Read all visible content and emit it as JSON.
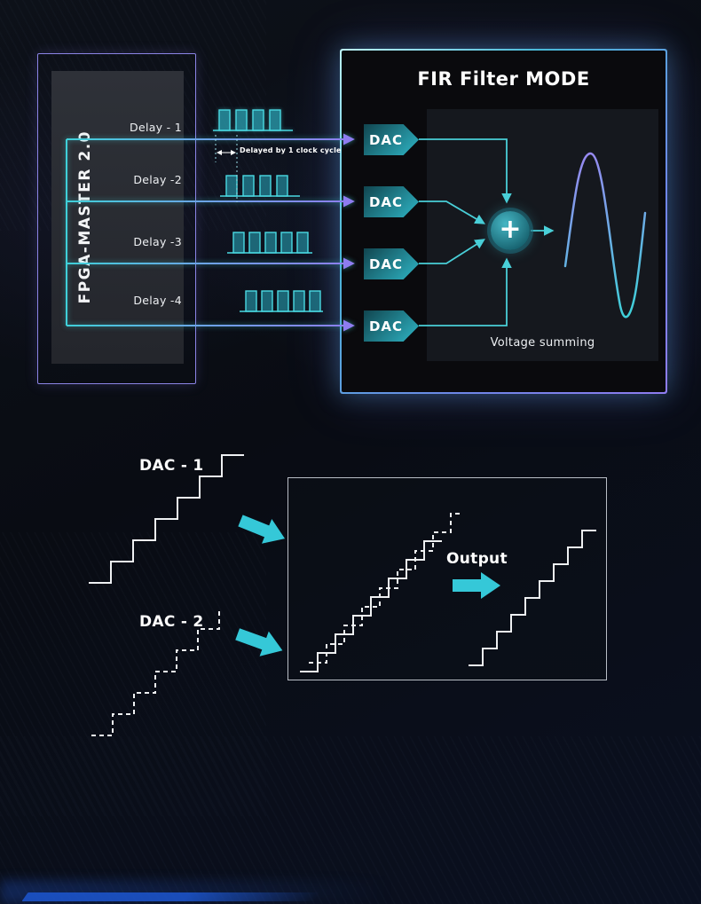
{
  "fpga": {
    "label": "FPGA-MASTER 2.0"
  },
  "delays": [
    {
      "label": "Delay - 1"
    },
    {
      "label": "Delay -2"
    },
    {
      "label": "Delay -3"
    },
    {
      "label": "Delay -4"
    }
  ],
  "clock_note": "Delayed by 1 clock cycle",
  "fir": {
    "title": "FIR Filter MODE",
    "dacs": [
      {
        "label": "DAC"
      },
      {
        "label": "DAC"
      },
      {
        "label": "DAC"
      },
      {
        "label": "DAC"
      }
    ],
    "sum_symbol": "+",
    "caption": "Voltage summing"
  },
  "interleave": {
    "dac1_label": "DAC - 1",
    "dac2_label": "DAC - 2",
    "output_label": "Output"
  },
  "colors": {
    "teal": "#3fd0d9",
    "purple": "#8f7cf0",
    "cyan_arrow": "#35c8d8",
    "background": "#0a0d16"
  }
}
